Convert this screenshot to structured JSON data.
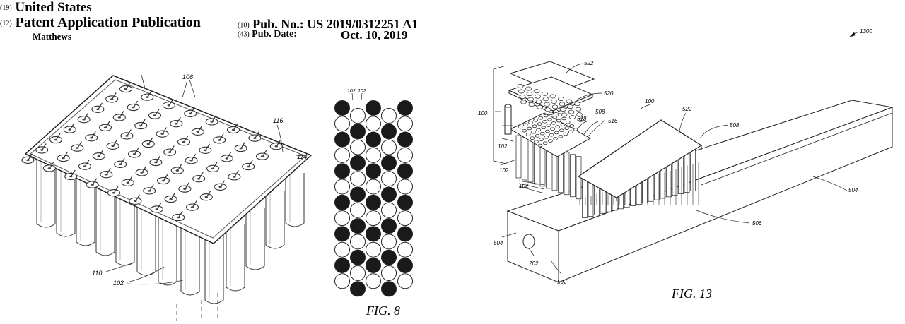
{
  "header": {
    "country_num": "(19)",
    "country": "United States",
    "type_num": "(12)",
    "type": "Patent Application Publication",
    "inventor": "Matthews",
    "pubno_num": "(10)",
    "pubno_label": "Pub. No.:",
    "pubno": "US 2019/0312251 A1",
    "pubdate_num": "(43)",
    "pubdate_label": "Pub. Date:",
    "pubdate": "Oct. 10, 2019"
  },
  "fig1": {
    "refs": {
      "r106": "106",
      "r116": "116",
      "r114": "114",
      "r110": "110",
      "r102": "102"
    }
  },
  "fig8": {
    "refs": {
      "a": "102",
      "b": "102"
    },
    "caption": "FIG. 8"
  },
  "fig13": {
    "refs": {
      "r1300": "1300",
      "r522a": "522",
      "r520": "520",
      "r100a": "100",
      "r518": "518",
      "r508a": "508",
      "r516": "516",
      "r100b": "100",
      "r522b": "522",
      "r508b": "508",
      "r102a": "102",
      "r102b": "102",
      "r102c": "102",
      "r504a": "504",
      "r506": "506",
      "r504b": "504",
      "r702": "702",
      "r502": "502"
    },
    "caption": "FIG. 13"
  }
}
